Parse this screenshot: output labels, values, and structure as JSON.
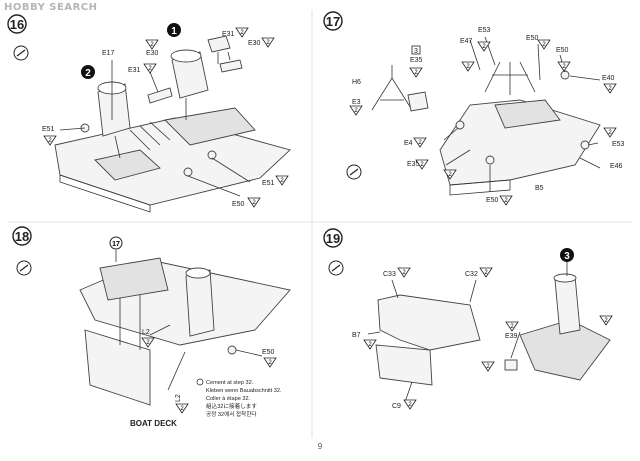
{
  "watermark": "HOBBY SEARCH",
  "page_number": "9",
  "steps": {
    "s16": {
      "number": "16",
      "labels": {
        "e17": "E17",
        "e30_left": "E30",
        "e31_left": "E31",
        "e31_top": "E31",
        "e30_top": "E30",
        "e51_left": "E51",
        "e51_right": "E51",
        "e50": "E50"
      },
      "callout_numbers": {
        "a": "1",
        "b": "2"
      },
      "badges": [
        "2",
        "2",
        "2",
        "2",
        "2",
        "2",
        "2"
      ]
    },
    "s17": {
      "number": "17",
      "labels": {
        "three_box": "3",
        "e47": "E47",
        "e53_top": "E53",
        "e50_top": "E50",
        "e35_top": "E35",
        "h6": "H6",
        "e3": "E3",
        "e4": "E4",
        "e50_r": "E50",
        "e40": "E40",
        "e53_r": "E53",
        "e46": "E46",
        "e35_bottom": "E35",
        "b5": "B5",
        "e50_bottom": "E50"
      },
      "badges": [
        "2",
        "2",
        "2",
        "2",
        "2",
        "2",
        "2",
        "2",
        "2",
        "2",
        "2",
        "2"
      ]
    },
    "s18": {
      "number": "18",
      "labels": {
        "sub17": "17",
        "l2_mid": "L2",
        "l2_low": "L2",
        "e50": "E50",
        "boat_deck": "BOAT DECK"
      },
      "badges": [
        "2",
        "2",
        "2"
      ],
      "notes": [
        "Cement at step 32.",
        "Kleben wenn Bauabschnitt 32.",
        "Coller à étape 32.",
        "組込32に接着します",
        "공정 32에서 접착한다"
      ]
    },
    "s19": {
      "number": "19",
      "labels": {
        "c33": "C33",
        "c32": "C32",
        "b7": "B7",
        "c9": "C9",
        "e39": "E39",
        "call3": "3"
      },
      "badges": [
        "2",
        "2",
        "2",
        "2",
        "2",
        "2",
        "2"
      ]
    }
  }
}
